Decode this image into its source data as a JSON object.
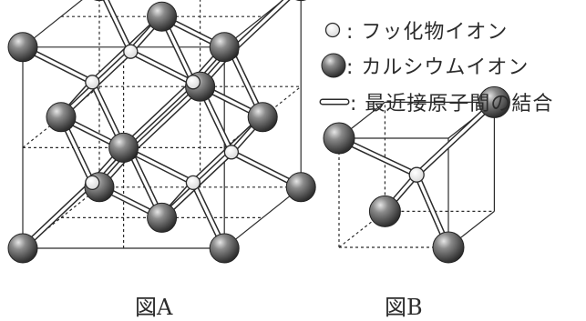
{
  "legend": {
    "fluoride": ": フッ化物イオン",
    "calcium": ": カルシウムイオン",
    "bond": ": 最近接原子間の結合"
  },
  "captions": {
    "figA": "図A",
    "figB": "図B"
  },
  "icons": {
    "fluoride": "small-white-sphere",
    "calcium": "dark-gray-sphere",
    "bond": "double-line-rod"
  },
  "colors": {
    "calcium_fill": "#5f5f5f",
    "fluoride_fill": "#ffffff",
    "line": "#2b2b2b"
  }
}
